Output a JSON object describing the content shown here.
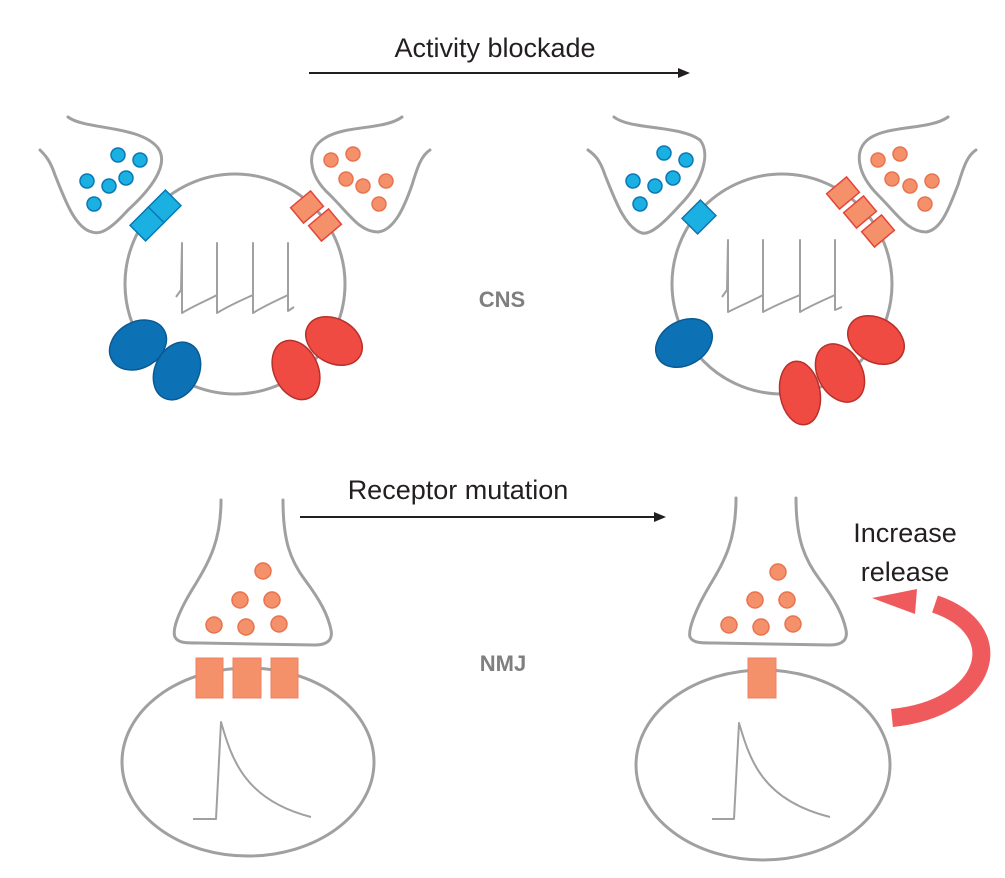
{
  "title": "Homeostatic synaptic plasticity in CNS and NMJ",
  "colors": {
    "excitatory_vesicle": "#f4906a",
    "excitatory_vesicle_stroke": "#e8734f",
    "inhibitory_vesicle": "#1bb0e2",
    "inhibitory_vesicle_stroke": "#0b77b4",
    "excitatory_receptor": "#f4906a",
    "excitatory_receptor_stroke": "#e4443a",
    "inhibitory_receptor": "#1bb0e2",
    "inhibitory_receptor_stroke": "#0b77b4",
    "excitatory_channel": "#ef4b42",
    "excitatory_channel_stroke": "#b8302a",
    "inhibitory_channel": "#0d72b5",
    "inhibitory_channel_stroke": "#0a5a92",
    "feedback_arrow": "#ef5a5d",
    "outline": "#a0a0a0",
    "text": "#231f20",
    "region_label": "#7f7f7f"
  },
  "labels": {
    "cns_transition": "Activity blockade",
    "nmj_transition": "Receptor mutation",
    "cns_region": "CNS",
    "nmj_region": "NMJ",
    "feedback_line1": "Increase",
    "feedback_line2": "release"
  },
  "panels": {
    "cns_before": {
      "inhibitory_vesicles": 6,
      "excitatory_vesicles": 6,
      "inhibitory_receptors": 2,
      "excitatory_receptors": 2,
      "inhibitory_channels": 2,
      "excitatory_channels": 2,
      "spikes": 4
    },
    "cns_after": {
      "inhibitory_vesicles": 6,
      "excitatory_vesicles": 6,
      "inhibitory_receptors": 1,
      "excitatory_receptors": 3,
      "inhibitory_channels": 1,
      "excitatory_channels": 3,
      "spikes": 4
    },
    "nmj_before": {
      "vesicles": 6,
      "receptors": 3
    },
    "nmj_after": {
      "vesicles": 6,
      "receptors": 1
    }
  }
}
